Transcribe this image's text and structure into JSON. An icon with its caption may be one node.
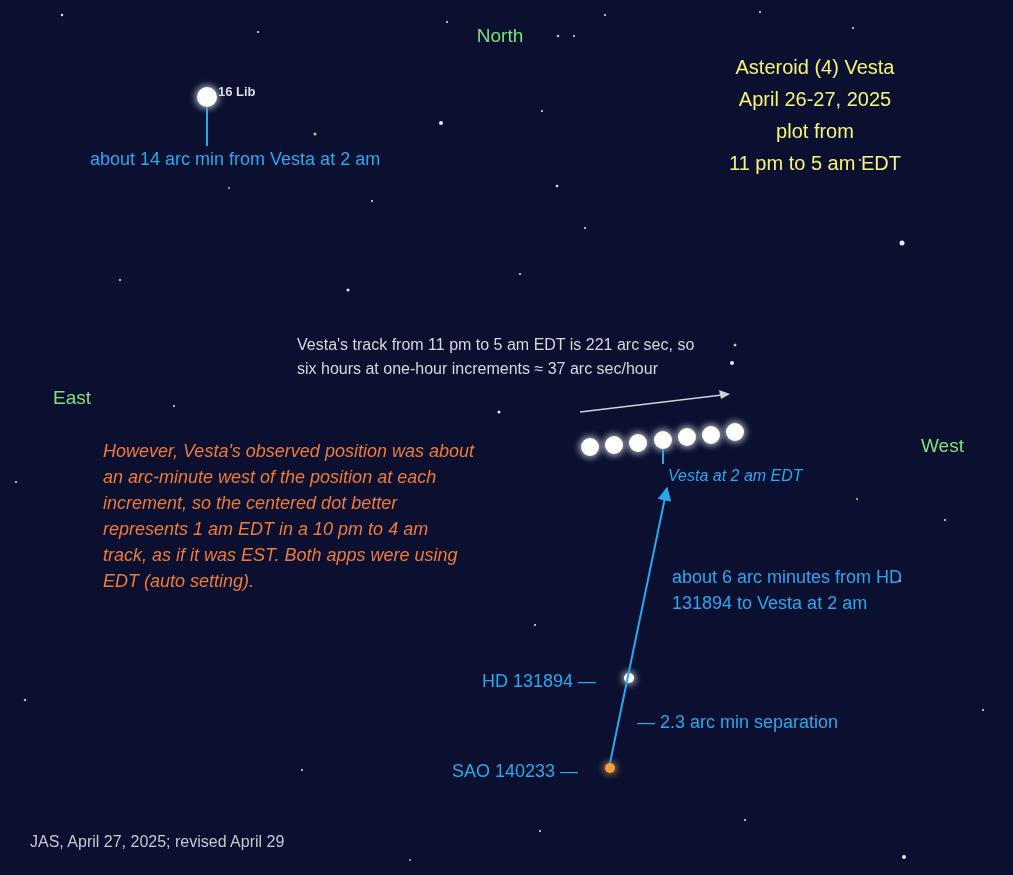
{
  "diagram": {
    "nodes": [
      {
        "text": [
          "about 14 arc min from Vesta at 2 am"
        ]
      },
      {
        "text": [],
        "shape": "circle",
        "beside": [
          "16 Lib"
        ]
      },
      {
        "text": [],
        "shape": "circle"
      },
      {
        "text": [],
        "shape": "circle"
      },
      {
        "text": [],
        "shape": "circle"
      },
      {
        "text": [],
        "shape": "circle"
      },
      {
        "text": [],
        "shape": "circle"
      },
      {
        "text": [],
        "shape": "circle"
      },
      {
        "text": [],
        "shape": "circle"
      },
      {
        "text": [
          "Vesta at 2 am EDT"
        ]
      },
      {
        "text": [],
        "shape": "circle",
        "beside": [
          "HD 131894 —"
        ]
      },
      {
        "text": [],
        "shape": "circle",
        "beside": [
          "SAO 140233 —"
        ]
      }
    ],
    "edges": [
      {
        "from": 0,
        "to": 1,
        "arrow": "none"
      },
      {
        "from": 5,
        "to": 9,
        "arrow": "none"
      },
      {
        "from": 11,
        "to": 9,
        "arrow": "to"
      }
    ],
    "labels": [
      "North",
      "Asteroid (4) Vesta",
      "April 26-27, 2025",
      "plot from",
      "11 pm to 5 am EDT",
      "Vesta's track from 11 pm to 5 am EDT is 221 arc sec, so six hours at one-hour increments ≈ 37 arc sec/hour",
      "East",
      "West",
      "However, Vesta's observed position was about an arc-minute west of the position at each increment, so the centered dot better represents 1 am EDT in a 10 pm to 4 am track, as if it was EST. Both apps were using EDT (auto setting).",
      "about 6 arc minutes from HD 131894 to Vesta at 2 am",
      "— 2.3 arc min separation",
      "JAS, April 27, 2025; revised April 29"
    ]
  }
}
